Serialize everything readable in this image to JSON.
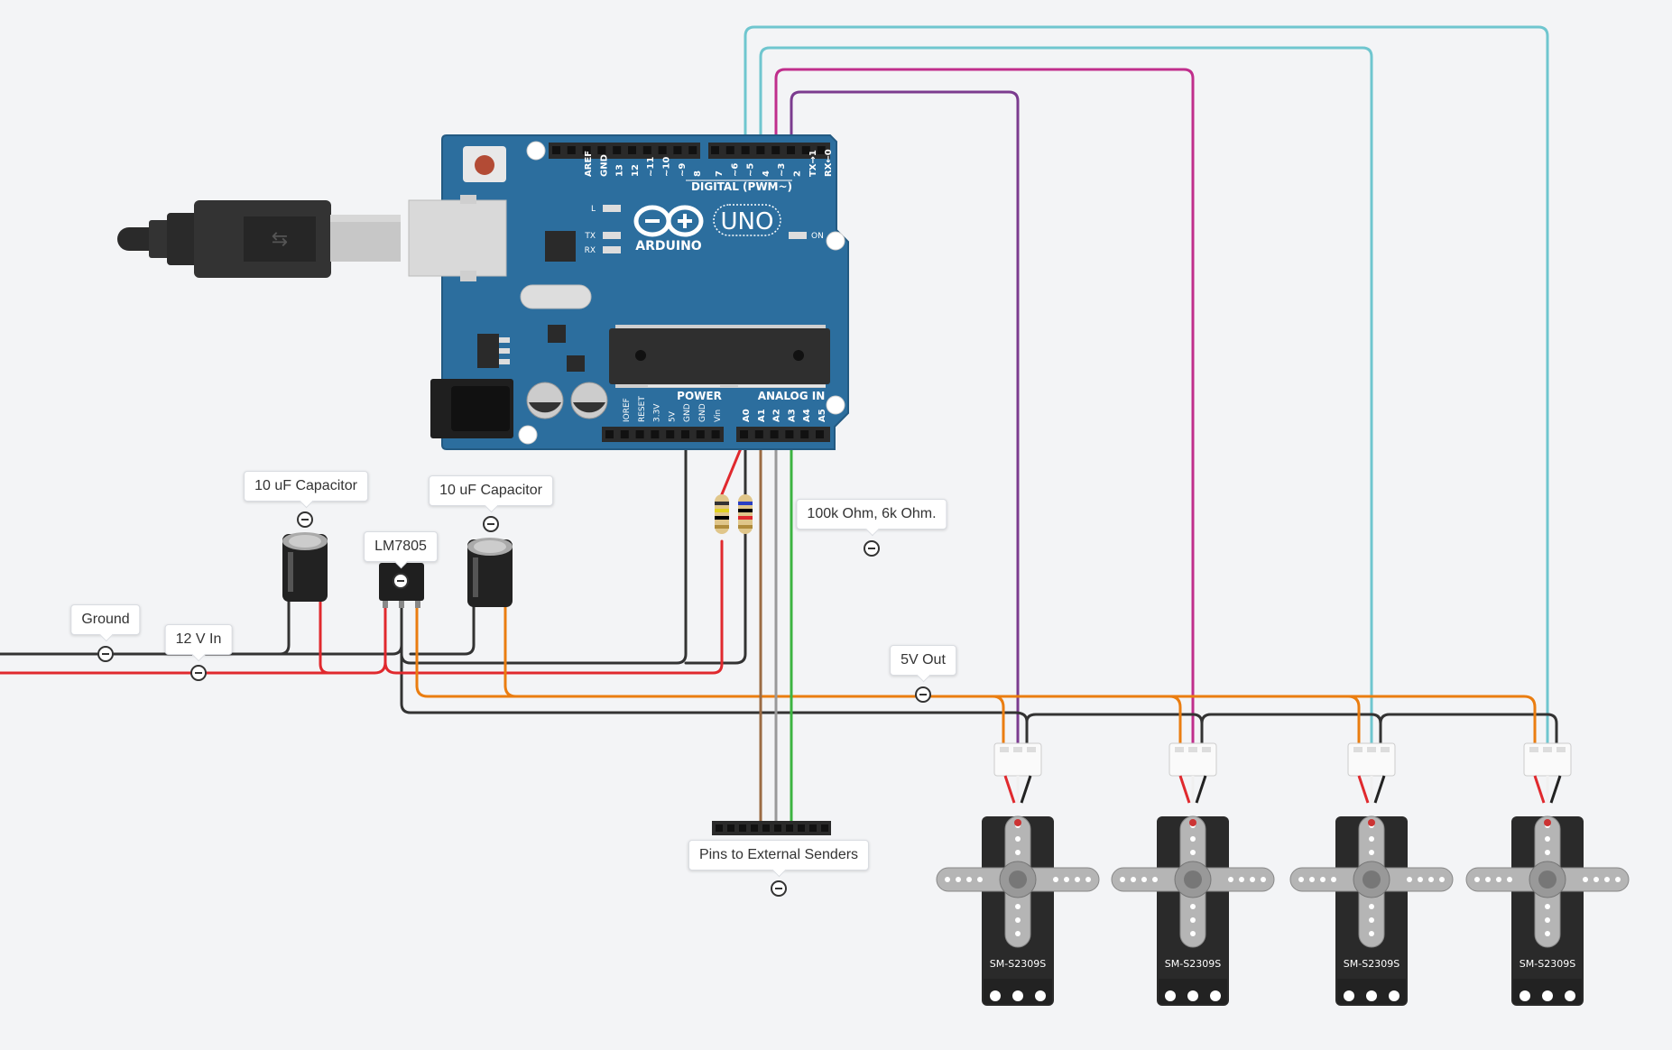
{
  "notes": {
    "cap1": "10 uF Capacitor",
    "cap2": "10 uF Capacitor",
    "regulator": "LM7805",
    "ground": "Ground",
    "v12": "12 V In",
    "resistors": "100k Ohm, 6k Ohm.",
    "v5": "5V Out",
    "pins": "Pins to External Senders"
  },
  "arduino": {
    "brand": "ARDUINO",
    "model": "UNO",
    "digital_label": "DIGITAL (PWM~)",
    "power_label": "POWER",
    "analog_label": "ANALOG IN",
    "led_l": "L",
    "led_tx": "TX",
    "led_rx": "RX",
    "led_on": "ON",
    "top_pins": [
      "AREF",
      "GND",
      "13",
      "12",
      "~11",
      "~10",
      "~9",
      "8",
      "7",
      "~6",
      "~5",
      "4",
      "~3",
      "2",
      "TX→1",
      "RX←0"
    ],
    "power_pins": [
      "IOREF",
      "RESET",
      "3.3V",
      "5V",
      "GND",
      "GND",
      "Vin"
    ],
    "analog_pins": [
      "A0",
      "A1",
      "A2",
      "A3",
      "A4",
      "A5"
    ]
  },
  "servos": [
    {
      "label": "SM-S2309S"
    },
    {
      "label": "SM-S2309S"
    },
    {
      "label": "SM-S2309S"
    },
    {
      "label": "SM-S2309S"
    }
  ],
  "colors": {
    "board": "#2c6e9e",
    "wire_black": "#333333",
    "wire_red": "#e0292e",
    "wire_orange": "#ea7d10",
    "wire_cyan": "#6fc6cf",
    "wire_magenta": "#c02e8c",
    "wire_purple": "#7b3b8f",
    "wire_brown": "#9b6b43",
    "wire_gray": "#999999",
    "wire_green": "#3cb441",
    "background": "#f3f4f6"
  }
}
